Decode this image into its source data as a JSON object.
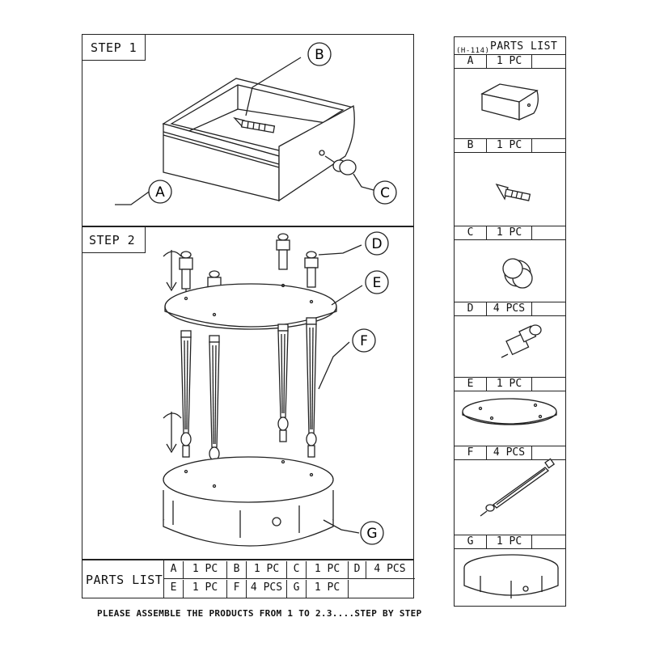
{
  "step1": {
    "title": "STEP 1",
    "callouts": {
      "a": "A",
      "b": "B",
      "c": "C"
    }
  },
  "step2": {
    "title": "STEP 2",
    "callouts": {
      "d": "D",
      "e": "E",
      "f": "F",
      "g": "G"
    }
  },
  "bottom_parts": {
    "label": "PARTS LIST",
    "row1": [
      {
        "letter": "A",
        "qty": "1 PC"
      },
      {
        "letter": "B",
        "qty": "1 PC"
      },
      {
        "letter": "C",
        "qty": "1 PC"
      },
      {
        "letter": "D",
        "qty": "4 PCS"
      }
    ],
    "row2": [
      {
        "letter": "E",
        "qty": "1 PC"
      },
      {
        "letter": "F",
        "qty": "4 PCS"
      },
      {
        "letter": "G",
        "qty": "1 PC"
      }
    ]
  },
  "footer": "PLEASE ASSEMBLE THE PRODUCTS FROM 1 TO 2.3....STEP BY STEP",
  "side_parts": {
    "model": "(H-114)",
    "title": "PARTS LIST",
    "items": [
      {
        "letter": "A",
        "qty": "1 PC",
        "icon": "drawer-icon"
      },
      {
        "letter": "B",
        "qty": "1 PC",
        "icon": "screw-icon"
      },
      {
        "letter": "C",
        "qty": "1 PC",
        "icon": "knob-icon"
      },
      {
        "letter": "D",
        "qty": "4 PCS",
        "icon": "finial-icon"
      },
      {
        "letter": "E",
        "qty": "1 PC",
        "icon": "oval-top-icon"
      },
      {
        "letter": "F",
        "qty": "4 PCS",
        "icon": "leg-icon"
      },
      {
        "letter": "G",
        "qty": "1 PC",
        "icon": "oval-base-icon"
      }
    ]
  }
}
